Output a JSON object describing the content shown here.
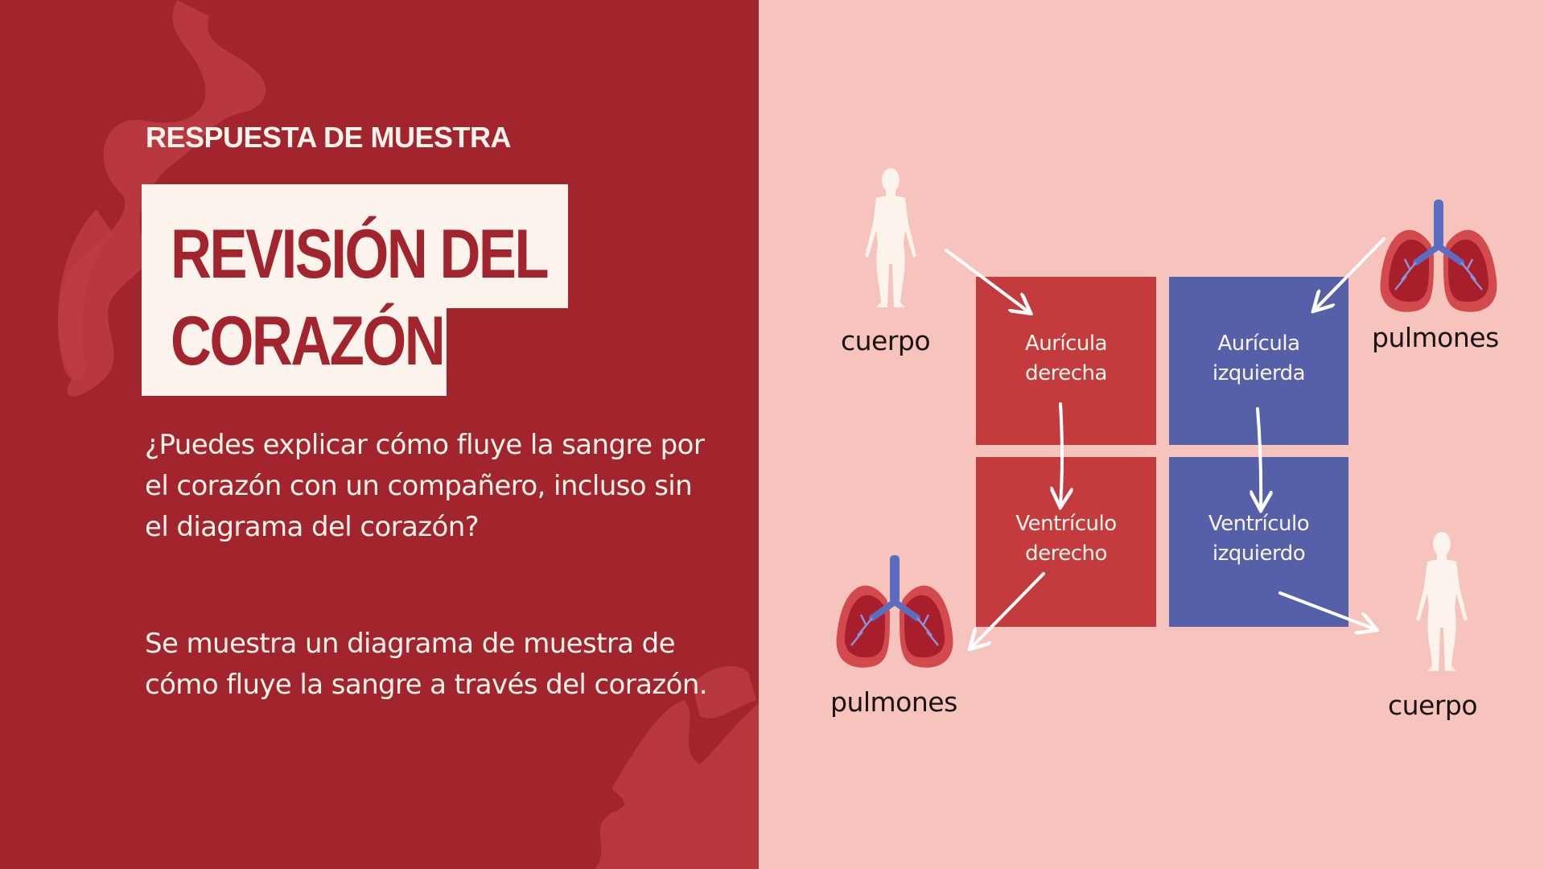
{
  "slide": {
    "eyebrow": "RESPUESTA DE MUESTRA",
    "title_line1": "REVISIÓN DEL",
    "title_line2": "CORAZÓN",
    "paragraph1": "¿Puedes explicar cómo fluye la sangre por el corazón con un compañero, incluso sin el diagrama del corazón?",
    "paragraph2": "Se muestra un diagrama de muestra de cómo fluye la sangre a través del corazón."
  },
  "diagram": {
    "chambers": [
      {
        "line1": "Aurícula",
        "line2": "derecha",
        "color": "#C43B3E"
      },
      {
        "line1": "Aurícula",
        "line2": "izquierda",
        "color": "#5560A8"
      },
      {
        "line1": "Ventrículo",
        "line2": "derecho",
        "color": "#C43B3E"
      },
      {
        "line1": "Ventrículo",
        "line2": "izquierdo",
        "color": "#5560A8"
      }
    ],
    "labels": {
      "body_top_left": "cuerpo",
      "lungs_top_right": "pulmones",
      "lungs_bottom_left": "pulmones",
      "body_bottom_right": "cuerpo"
    },
    "icons": {
      "body": "human-body-icon",
      "lungs": "lungs-icon",
      "arrow": "arrow-icon"
    }
  },
  "colors": {
    "left_bg": "#A2242C",
    "right_bg": "#F6C4BC",
    "cream": "#FBF3EC",
    "red_chamber": "#C43B3E",
    "blue_chamber": "#5560A8"
  }
}
